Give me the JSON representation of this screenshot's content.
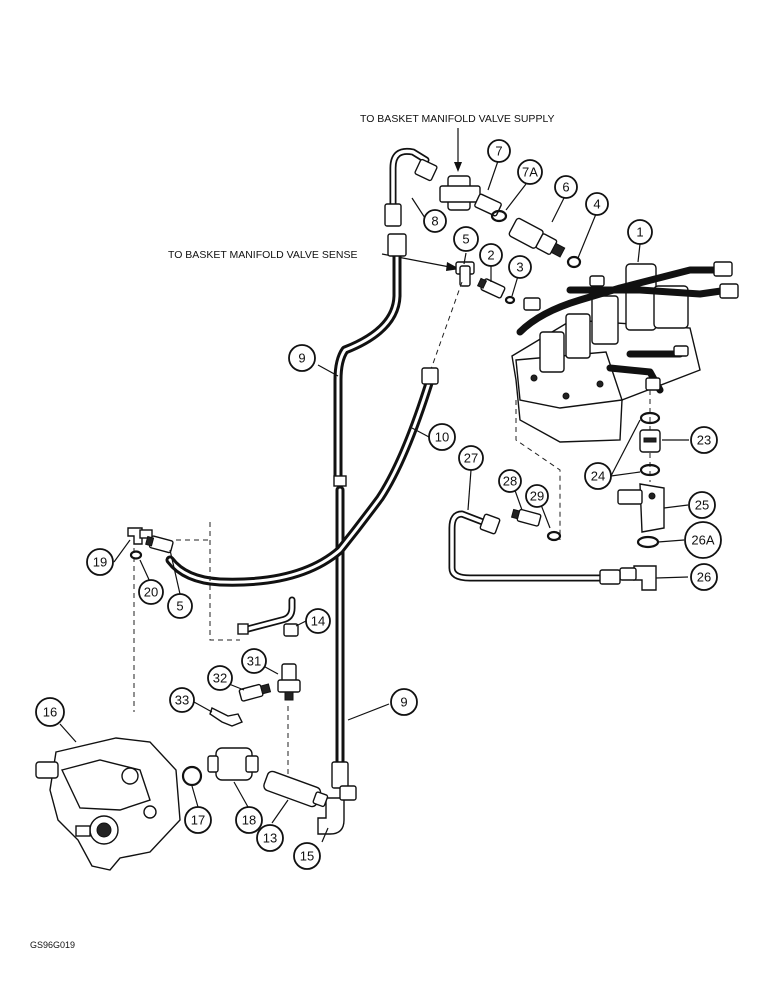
{
  "labels": {
    "supply": "TO BASKET MANIFOLD VALVE SUPPLY",
    "sense": "TO BASKET MANIFOLD VALVE SENSE"
  },
  "figure_code": "GS96G019",
  "callouts": [
    "1",
    "2",
    "3",
    "4",
    "5",
    "6",
    "7",
    "7A",
    "8",
    "9",
    "10",
    "13",
    "14",
    "15",
    "16",
    "17",
    "18",
    "19",
    "20",
    "23",
    "24",
    "25",
    "26",
    "26A",
    "27",
    "28",
    "29",
    "31",
    "32",
    "33"
  ]
}
